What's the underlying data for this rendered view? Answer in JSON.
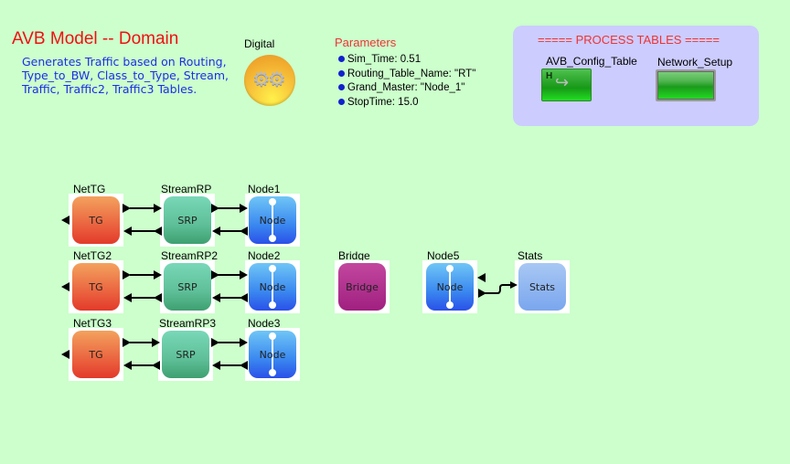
{
  "header": {
    "title": "AVB Model -- Domain",
    "description": "Generates Traffic based on Routing, Type_to_BW, Class_to_Type, Stream, Traffic, Traffic2, Traffic3 Tables."
  },
  "digital": {
    "label": "Digital",
    "icon": "gears-icon"
  },
  "parameters": {
    "title": "Parameters",
    "items": [
      "Sim_Time: 0.51",
      "Routing_Table_Name: \"RT\"",
      "Grand_Master: \"Node_1\"",
      "StopTime: 15.0"
    ]
  },
  "process_tables": {
    "title": "===== PROCESS TABLES =====",
    "tables": [
      {
        "label": "AVB_Config_Table",
        "icon": "table-h-arrow-icon",
        "glyph": "H"
      },
      {
        "label": "Network_Setup",
        "icon": "table-icon"
      }
    ]
  },
  "blocks": {
    "rows": [
      {
        "tg": {
          "label": "NetTG",
          "text": "TG"
        },
        "srp": {
          "label": "StreamRP",
          "text": "SRP"
        },
        "node": {
          "label": "Node1",
          "text": "Node"
        }
      },
      {
        "tg": {
          "label": "NetTG2",
          "text": "TG"
        },
        "srp": {
          "label": "StreamRP2",
          "text": "SRP"
        },
        "node": {
          "label": "Node2",
          "text": "Node"
        }
      },
      {
        "tg": {
          "label": "NetTG3",
          "text": "TG"
        },
        "srp": {
          "label": "StreamRP3",
          "text": "SRP"
        },
        "node": {
          "label": "Node3",
          "text": "Node"
        }
      }
    ],
    "bridge": {
      "label": "Bridge",
      "text": "Bridge"
    },
    "node5": {
      "label": "Node5",
      "text": "Node"
    },
    "stats": {
      "label": "Stats",
      "text": "Stats"
    }
  }
}
